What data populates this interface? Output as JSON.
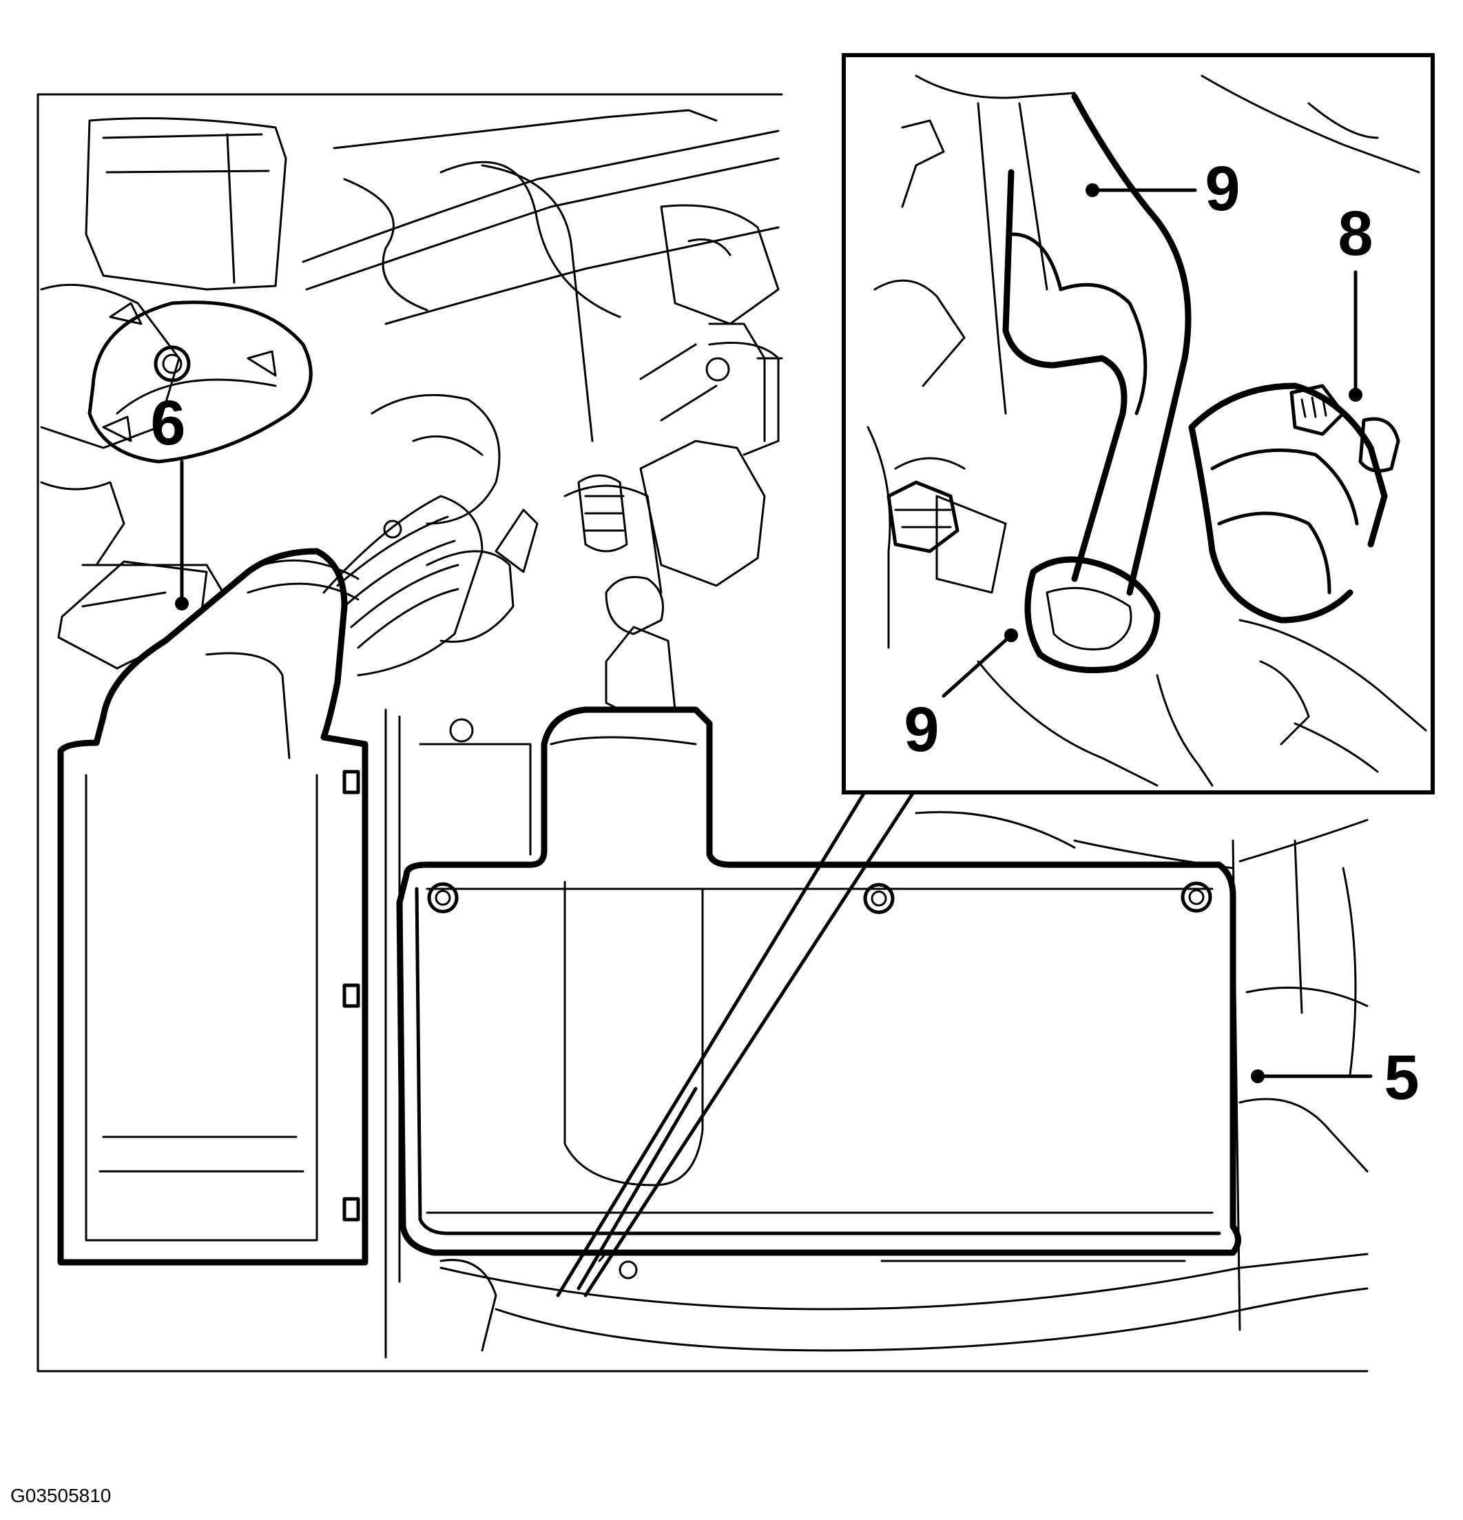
{
  "diagram": {
    "figure_code": "G03505810",
    "callouts": [
      {
        "id": "callout-6",
        "label": "6"
      },
      {
        "id": "callout-5",
        "label": "5"
      },
      {
        "id": "callout-9-top",
        "label": "9"
      },
      {
        "id": "callout-8",
        "label": "8"
      },
      {
        "id": "callout-9-bottom",
        "label": "9"
      }
    ]
  }
}
